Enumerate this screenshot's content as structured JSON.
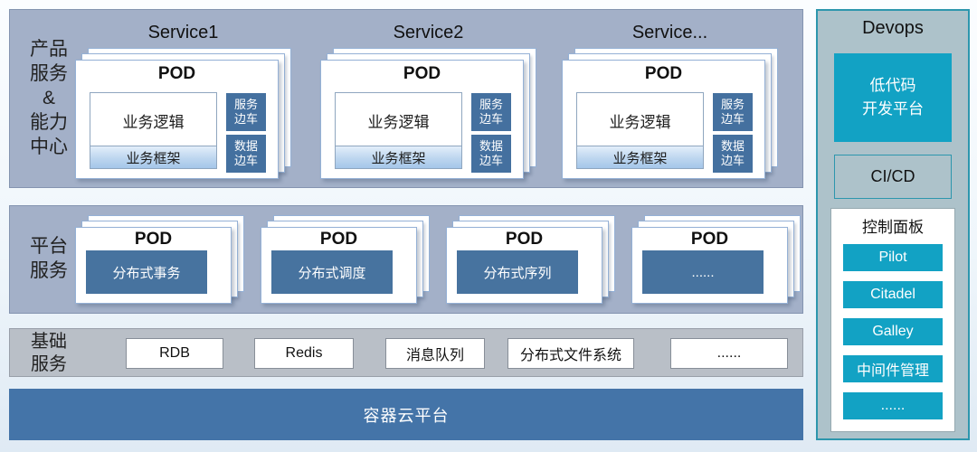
{
  "colors": {
    "band_blue_gray": "#a3b0c8",
    "band_gray": "#b9bfc7",
    "steel_blue": "#44709f",
    "container_bar_blue": "#4474a8",
    "teal": "#12a2c4",
    "devops_bg": "#adc2ca",
    "devops_border": "#2d96ad",
    "card_border": "#95b1d6"
  },
  "product_band": {
    "label_lines": [
      "产品",
      "服务",
      "&",
      "能力",
      "中心"
    ],
    "service_titles": [
      "Service1",
      "Service2",
      "Service..."
    ],
    "pod_label": "POD",
    "logic_label": "业务逻辑",
    "framework_label": "业务框架",
    "sidecar_service_lines": [
      "服务",
      "边车"
    ],
    "sidecar_data_lines": [
      "数据",
      "边车"
    ]
  },
  "platform_band": {
    "label_lines": [
      "平台",
      "服务"
    ],
    "pod_label": "POD",
    "pod_names": [
      "分布式事务",
      "分布式调度",
      "分布式序列",
      "......"
    ]
  },
  "basic_band": {
    "label_lines": [
      "基础",
      "服务"
    ],
    "items": [
      "RDB",
      "Redis",
      "消息队列",
      "分布式文件系统",
      "......"
    ]
  },
  "container_bar": {
    "label": "容器云平台"
  },
  "devops": {
    "title": "Devops",
    "lowcode_lines": [
      "低代码",
      "开发平台"
    ],
    "cicd_label": "CI/CD",
    "panel_title": "控制面板",
    "panel_items": [
      "Pilot",
      "Citadel",
      "Galley",
      "中间件管理",
      "......"
    ]
  }
}
